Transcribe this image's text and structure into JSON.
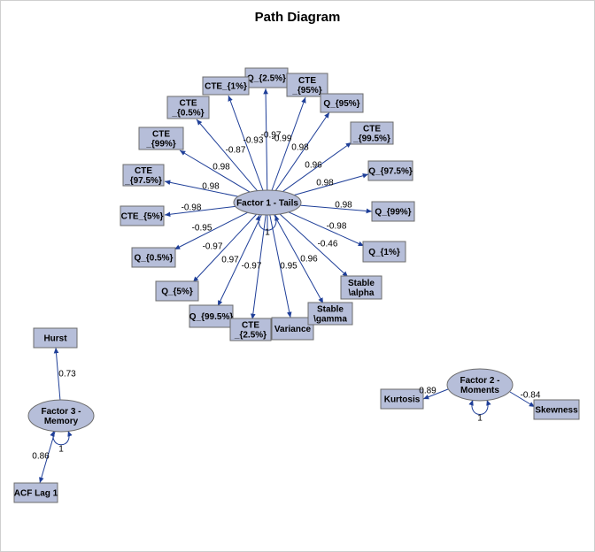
{
  "title": "Path Diagram",
  "colors": {
    "node_fill": "#b6bed9",
    "node_stroke": "#6c6c6c",
    "edge": "#1f3f98"
  },
  "factors": [
    {
      "id": "f1",
      "lines": [
        "Factor 1 - Tails"
      ],
      "variance": "1"
    },
    {
      "id": "f2",
      "lines": [
        "Factor 2 -",
        "Moments"
      ],
      "variance": "1"
    },
    {
      "id": "f3",
      "lines": [
        "Factor 3 -",
        "Memory"
      ],
      "variance": "1"
    }
  ],
  "variables": [
    {
      "id": "q25",
      "lines": [
        "Q_{2.5%}"
      ],
      "factor": "f1",
      "loading": "-0.97"
    },
    {
      "id": "cte95",
      "lines": [
        "CTE",
        "_{95%}"
      ],
      "factor": "f1",
      "loading": "-0.99"
    },
    {
      "id": "cte1",
      "lines": [
        "CTE_{1%}"
      ],
      "factor": "f1",
      "loading": "-0.93"
    },
    {
      "id": "cte05",
      "lines": [
        "CTE",
        "_{0.5%}"
      ],
      "factor": "f1",
      "loading": "-0.87"
    },
    {
      "id": "q95",
      "lines": [
        "Q_{95%}"
      ],
      "factor": "f1",
      "loading": "0.98"
    },
    {
      "id": "cte99",
      "lines": [
        "CTE",
        "_{99%}"
      ],
      "factor": "f1",
      "loading": "0.98"
    },
    {
      "id": "cte995",
      "lines": [
        "CTE",
        "_{99.5%}"
      ],
      "factor": "f1",
      "loading": "0.96"
    },
    {
      "id": "cte975",
      "lines": [
        "CTE",
        "_{97.5%}"
      ],
      "factor": "f1",
      "loading": "0.98"
    },
    {
      "id": "q975",
      "lines": [
        "Q_{97.5%}"
      ],
      "factor": "f1",
      "loading": "0.98"
    },
    {
      "id": "cte5",
      "lines": [
        "CTE_{5%}"
      ],
      "factor": "f1",
      "loading": "-0.98"
    },
    {
      "id": "q99",
      "lines": [
        "Q_{99%}"
      ],
      "factor": "f1",
      "loading": "0.98"
    },
    {
      "id": "q05",
      "lines": [
        "Q_{0.5%}"
      ],
      "factor": "f1",
      "loading": "-0.95"
    },
    {
      "id": "q1",
      "lines": [
        "Q_{1%}"
      ],
      "factor": "f1",
      "loading": "-0.98"
    },
    {
      "id": "q5",
      "lines": [
        "Q_{5%}"
      ],
      "factor": "f1",
      "loading": "-0.97"
    },
    {
      "id": "salpha",
      "lines": [
        "Stable",
        "\\alpha"
      ],
      "factor": "f1",
      "loading": "-0.46"
    },
    {
      "id": "q995",
      "lines": [
        "Q_{99.5%}"
      ],
      "factor": "f1",
      "loading": "0.97"
    },
    {
      "id": "cte25",
      "lines": [
        "CTE",
        "_{2.5%}"
      ],
      "factor": "f1",
      "loading": "-0.97"
    },
    {
      "id": "var",
      "lines": [
        "Variance"
      ],
      "factor": "f1",
      "loading": "0.95"
    },
    {
      "id": "sgamma",
      "lines": [
        "Stable",
        "\\gamma"
      ],
      "factor": "f1",
      "loading": "0.96"
    },
    {
      "id": "hurst",
      "lines": [
        "Hurst"
      ],
      "factor": "f3",
      "loading": "0.73"
    },
    {
      "id": "acf",
      "lines": [
        "ACF Lag 1"
      ],
      "factor": "f3",
      "loading": "0.86"
    },
    {
      "id": "kurt",
      "lines": [
        "Kurtosis"
      ],
      "factor": "f2",
      "loading": "0.89"
    },
    {
      "id": "skew",
      "lines": [
        "Skewness"
      ],
      "factor": "f2",
      "loading": "-0.84"
    }
  ]
}
